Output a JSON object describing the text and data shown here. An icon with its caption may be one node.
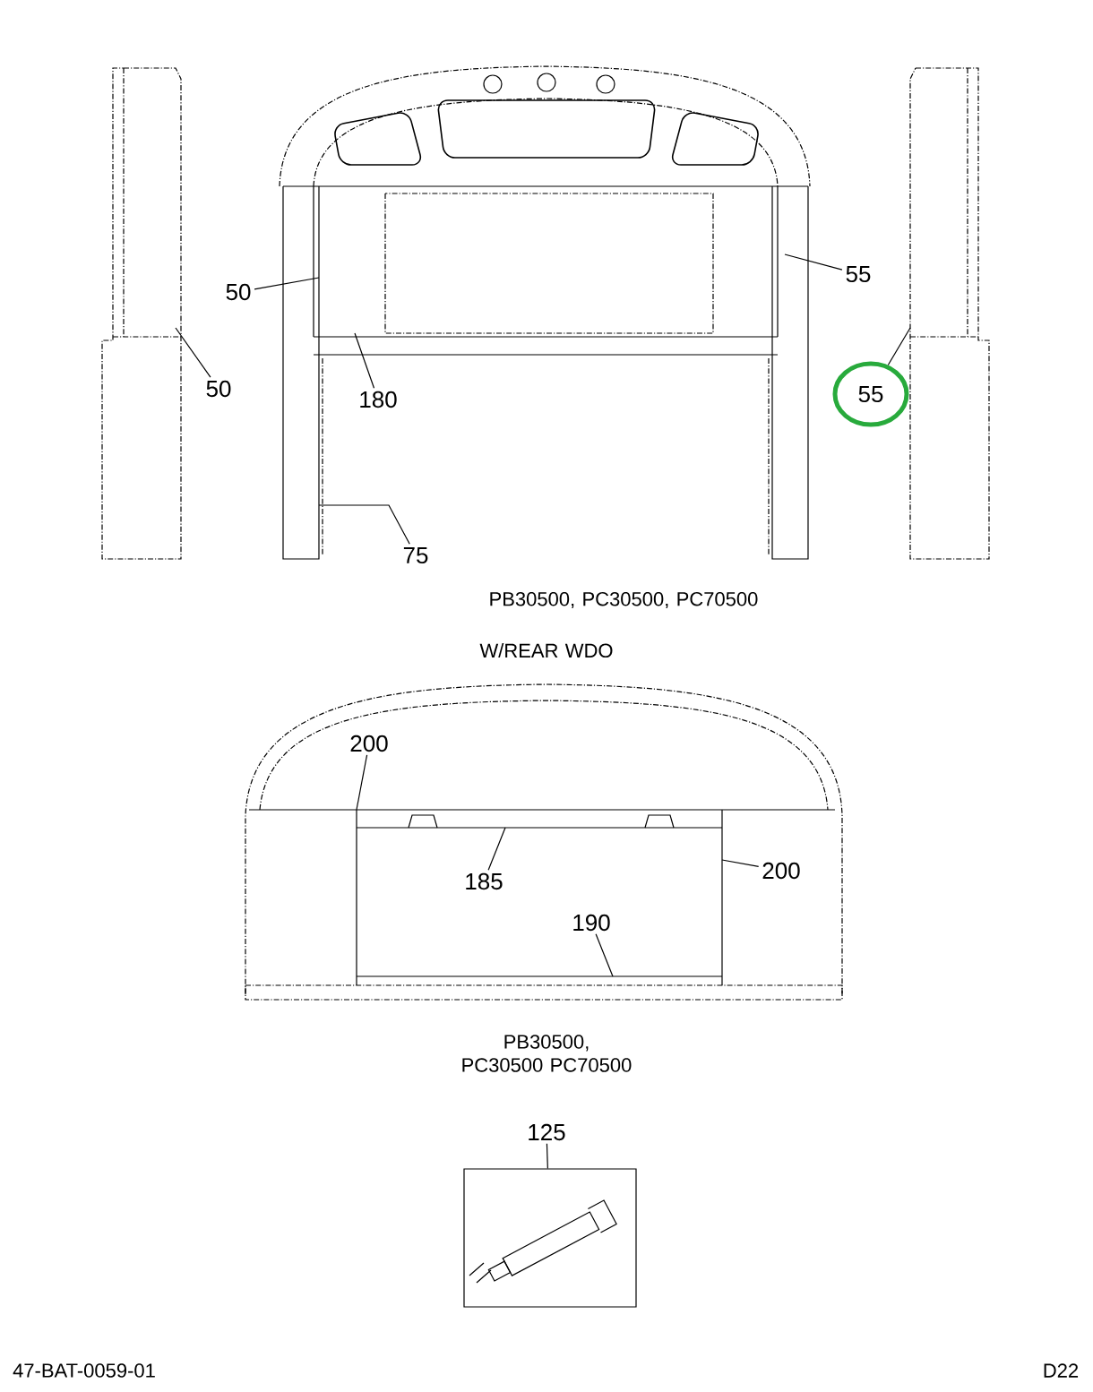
{
  "diagram": {
    "nodes": [
      {
        "text": [
          "50"
        ]
      },
      {
        "text": [
          "55"
        ]
      },
      {
        "text": [
          "50"
        ]
      },
      {
        "text": [
          "55"
        ]
      },
      {
        "text": [
          "180"
        ]
      },
      {
        "text": [
          "75"
        ]
      },
      {
        "text": [
          "200"
        ]
      },
      {
        "text": [
          "200"
        ]
      },
      {
        "text": [
          "185"
        ]
      },
      {
        "text": [
          "190"
        ]
      },
      {
        "text": [
          "125"
        ]
      },
      {
        "text": [],
        "shape": "box"
      }
    ],
    "edges": [
      {
        "from": 0,
        "to": null,
        "arrow": "none"
      },
      {
        "from": 1,
        "to": null,
        "arrow": "none"
      },
      {
        "from": 2,
        "to": null,
        "arrow": "none"
      },
      {
        "from": 3,
        "to": null,
        "arrow": "none"
      },
      {
        "from": 4,
        "to": null,
        "arrow": "none"
      },
      {
        "from": 5,
        "to": null,
        "arrow": "none"
      },
      {
        "from": 6,
        "to": null,
        "arrow": "none"
      },
      {
        "from": 7,
        "to": null,
        "arrow": "none"
      },
      {
        "from": 8,
        "to": null,
        "arrow": "none"
      },
      {
        "from": 9,
        "to": null,
        "arrow": "none"
      },
      {
        "from": 10,
        "to": 11,
        "arrow": "none"
      }
    ],
    "labels": [
      "PB30500, PC30500, PC70500",
      "W/REAR WDO",
      "PB30500, PC30500 PC70500",
      "47-BAT-0059-01",
      "D22"
    ]
  }
}
